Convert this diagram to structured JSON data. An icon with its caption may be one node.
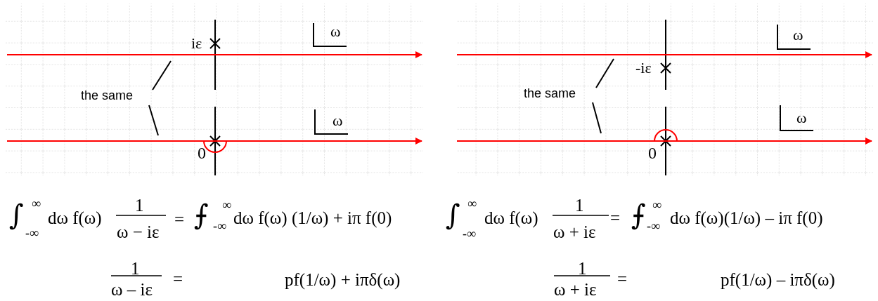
{
  "diagram": {
    "nodes": [
      {
        "text": [
          "the same"
        ]
      },
      {
        "text": [],
        "shape": "arrow"
      },
      {
        "text": [],
        "shape": "arrow"
      },
      {
        "text": [
          "the same"
        ]
      },
      {
        "text": [],
        "shape": "arrow"
      },
      {
        "text": [],
        "shape": "arrow"
      }
    ],
    "edges": [
      {
        "from": 0,
        "to": 1,
        "arrow": "none"
      },
      {
        "from": 0,
        "to": 2,
        "arrow": "none"
      },
      {
        "from": 3,
        "to": 4,
        "arrow": "none"
      },
      {
        "from": 3,
        "to": 5,
        "arrow": "none"
      }
    ],
    "labels": [
      "iε",
      "ω",
      "ω",
      "0",
      "ω",
      "-iε",
      "ω",
      "0",
      "∫",
      "∞",
      "-∞",
      "dω f(ω)",
      "1",
      "ω − iε",
      "=",
      "⨍",
      "∞",
      "-∞",
      "dω f(ω) (1/ω) + iπ f(0)",
      "∫",
      "∞",
      "-∞",
      "dω f(ω)",
      "1",
      "ω + iε",
      "=",
      "⨍",
      "∞",
      "-∞",
      "dω f(ω)(1/ω) – iπ f(0)",
      "1",
      "ω – iε",
      "=",
      "pf(1/ω) + iπδ(ω)",
      "1",
      "ω + iε",
      "=",
      "pf(1/ω) – iπδ(ω)"
    ]
  }
}
